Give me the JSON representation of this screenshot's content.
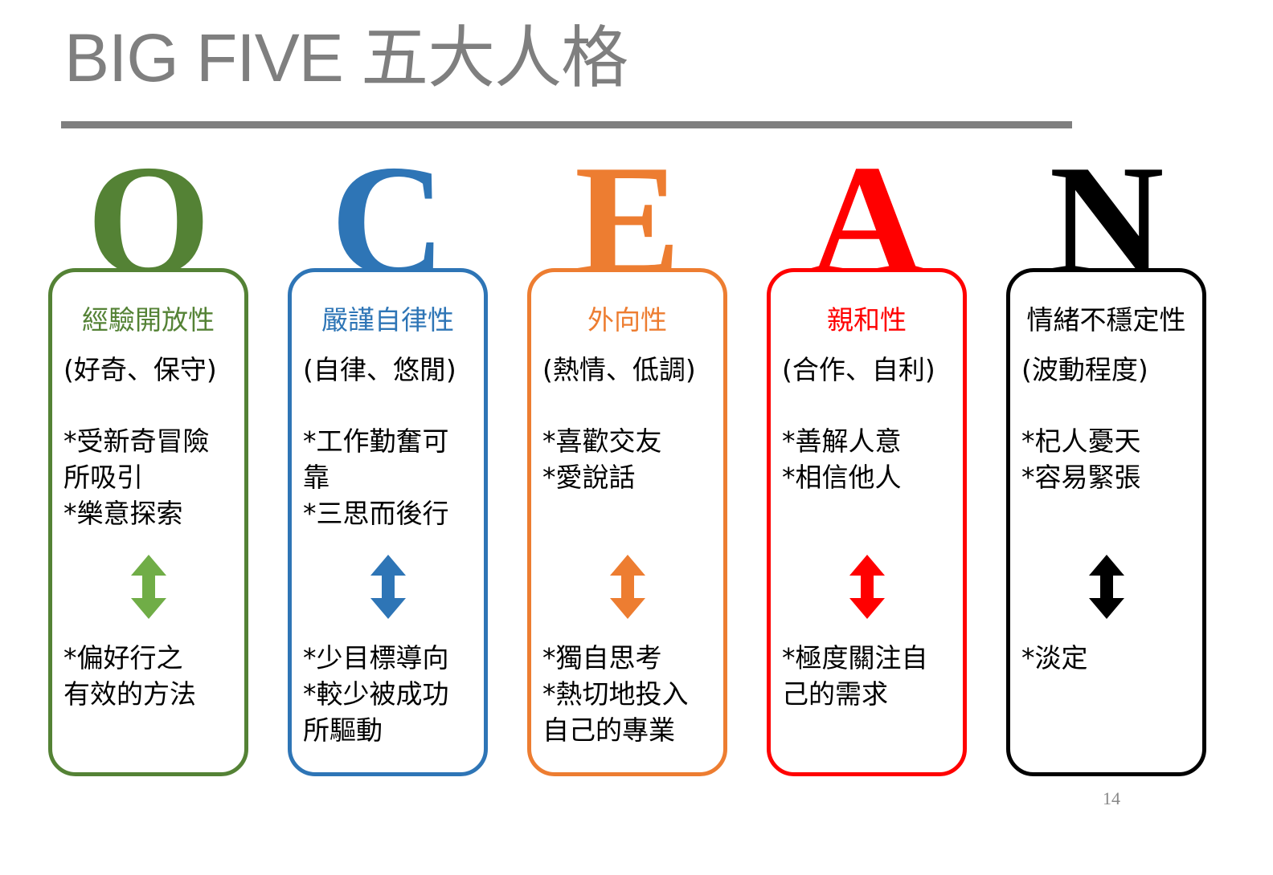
{
  "title": "BIG FIVE 五大人格",
  "page_number": "14",
  "columns": [
    {
      "letter": "O",
      "color": "#548235",
      "arrow_color": "#70ad47",
      "heading": "經驗開放性",
      "subtitle": "(好奇、保守)",
      "traits": [
        "*受新奇冒險",
        "所吸引",
        "*樂意探索"
      ],
      "opposite": [
        "*偏好行之",
        "有效的方法"
      ]
    },
    {
      "letter": "C",
      "color": "#2e75b6",
      "arrow_color": "#2e75b6",
      "heading": "嚴謹自律性",
      "subtitle": "(自律、悠閒)",
      "traits": [
        "*工作勤奮可",
        "靠",
        "*三思而後行"
      ],
      "opposite": [
        "*少目標導向",
        "*較少被成功",
        "所驅動"
      ]
    },
    {
      "letter": "E",
      "color": "#ed7d31",
      "arrow_color": "#ed7d31",
      "heading": "外向性",
      "subtitle": "(熱情、低調)",
      "traits": [
        "*喜歡交友",
        "*愛說話"
      ],
      "opposite": [
        "*獨自思考",
        "*熱切地投入",
        "自己的專業"
      ]
    },
    {
      "letter": "A",
      "color": "#ff0000",
      "arrow_color": "#ff0000",
      "heading": "親和性",
      "subtitle": "(合作、自利)",
      "traits": [
        "*善解人意",
        "*相信他人"
      ],
      "opposite": [
        "*極度關注自",
        "己的需求"
      ]
    },
    {
      "letter": "N",
      "color": "#000000",
      "arrow_color": "#000000",
      "heading": "情緒不穩定性",
      "subtitle": "(波動程度)",
      "traits": [
        "*杞人憂天",
        "*容易緊張"
      ],
      "opposite": [
        "*淡定"
      ]
    }
  ]
}
